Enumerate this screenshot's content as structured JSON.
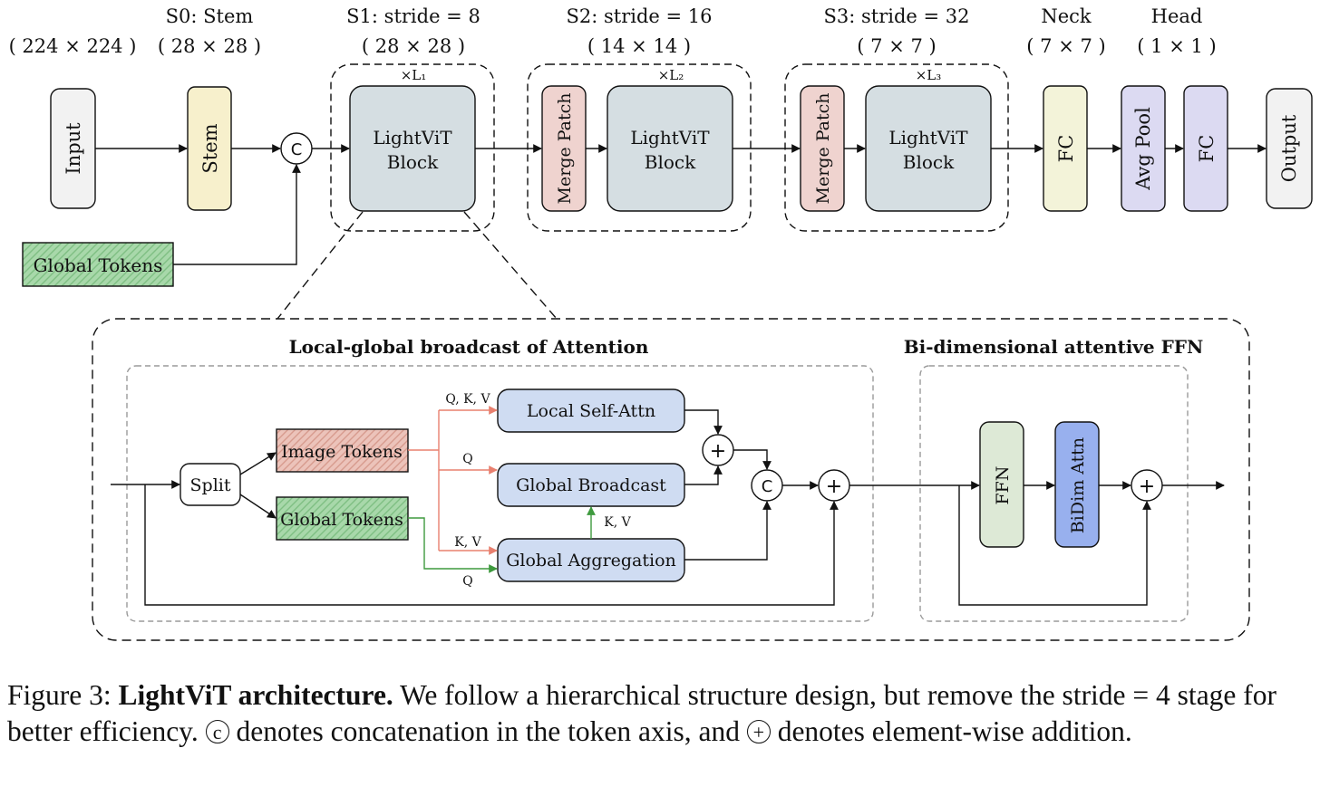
{
  "stages": {
    "input_res": "( 224 × 224 )",
    "s0_title": "S0: Stem",
    "s0_res": "( 28 × 28 )",
    "s1_title": "S1: stride = 8",
    "s1_res": "( 28 × 28 )",
    "s2_title": "S2: stride = 16",
    "s2_res": "( 14 × 14 )",
    "s3_title": "S3: stride = 32",
    "s3_res": "( 7 × 7 )",
    "neck_title": "Neck",
    "neck_res": "( 7 × 7 )",
    "head_title": "Head",
    "head_res": "( 1 × 1 )"
  },
  "repeats": {
    "l1": "×L₁",
    "l2": "×L₂",
    "l3": "×L₃"
  },
  "top_blocks": {
    "input": "Input",
    "stem": "Stem",
    "concat": "C",
    "global_tokens": "Global Tokens",
    "lightvit_line1": "LightViT",
    "lightvit_line2": "Block",
    "merge_patch": "Merge Patch",
    "fc": "FC",
    "avg_pool": "Avg Pool",
    "output": "Output"
  },
  "detail": {
    "attention_title": "Local-global broadcast of Attention",
    "ffn_title": "Bi-dimensional attentive FFN",
    "split": "Split",
    "image_tokens": "Image Tokens",
    "global_tokens": "Global Tokens",
    "local_self_attn": "Local Self-Attn",
    "global_broadcast": "Global Broadcast",
    "global_aggregation": "Global Aggregation",
    "qkv": "Q, K, V",
    "q": "Q",
    "kv": "K, V",
    "plus": "+",
    "concat": "C",
    "ffn": "FFN",
    "bidim_attn": "BiDim Attn"
  },
  "caption": {
    "prefix": "Figure 3: ",
    "bold": "LightViT architecture.",
    "text1": " We follow a hierarchical structure design, but remove the stride = 4 stage for better efficiency. ",
    "concat_symbol": "c",
    "text2": " denotes concatenation in the token axis, and ",
    "plus_symbol": "+",
    "text3": " denotes element-wise addition."
  },
  "colors": {
    "input_fill": "#f2f2f2",
    "stem_fill": "#f7f0cc",
    "block_fill": "#d5dee2",
    "merge_fill": "#efd3cf",
    "fc_fill": "#f3f3d9",
    "pool_fill": "#dcdaf2",
    "green_hatch": "#9bcf9f",
    "red_hatch": "#e2aaa0",
    "attn_fill": "#cfdcf2",
    "ffn_fill": "#dde9d6",
    "bidim_fill": "#98b0ee",
    "red_arrow": "#e8806f",
    "green_arrow": "#3e9a3e"
  }
}
